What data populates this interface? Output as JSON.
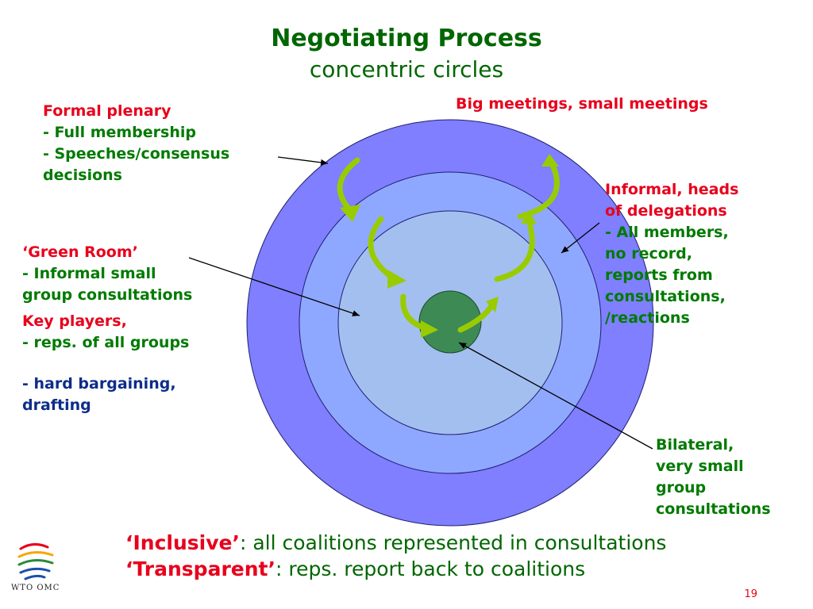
{
  "title": "Negotiating Process",
  "subtitle": "concentric circles",
  "top_right_heading": "Big meetings, small meetings",
  "formal_plenary": {
    "heading": "Formal plenary",
    "lines": [
      "- Full membership",
      "- Speeches/consensus",
      "decisions"
    ]
  },
  "green_room": {
    "heading": "‘Green Room’",
    "lines": [
      "- Informal small",
      "group consultations"
    ],
    "key_players_heading": "Key players,",
    "key_players_line": "- reps. of all groups",
    "bargaining_lines": [
      "- hard bargaining,",
      "drafting"
    ]
  },
  "informal_heads": {
    "heading_lines": [
      "Informal, heads",
      "of delegations"
    ],
    "lines": [
      "- All members,",
      "no record,",
      "reports from",
      "consultations,",
      "/reactions"
    ]
  },
  "bilateral": {
    "lines": [
      "Bilateral,",
      "very small",
      "group",
      "consultations"
    ]
  },
  "bottom_notes": {
    "inclusive_keyword": "‘Inclusive’",
    "inclusive_text": ": all coalitions represented in consultations",
    "transparent_keyword": "‘Transparent’",
    "transparent_text": ": reps. report back to coalitions"
  },
  "logo_text": "WTO OMC",
  "page_number": "19",
  "colors": {
    "title_green": "#006600",
    "label_red": "#e8001c",
    "label_green": "#007a00",
    "label_blue": "#0d2d8a",
    "outer_circle": "#7f7fff",
    "middle_circle": "#8fa8ff",
    "inner_circle": "#a3bff0",
    "center_circle": "#3d8a55",
    "arrow": "#99cc00"
  }
}
